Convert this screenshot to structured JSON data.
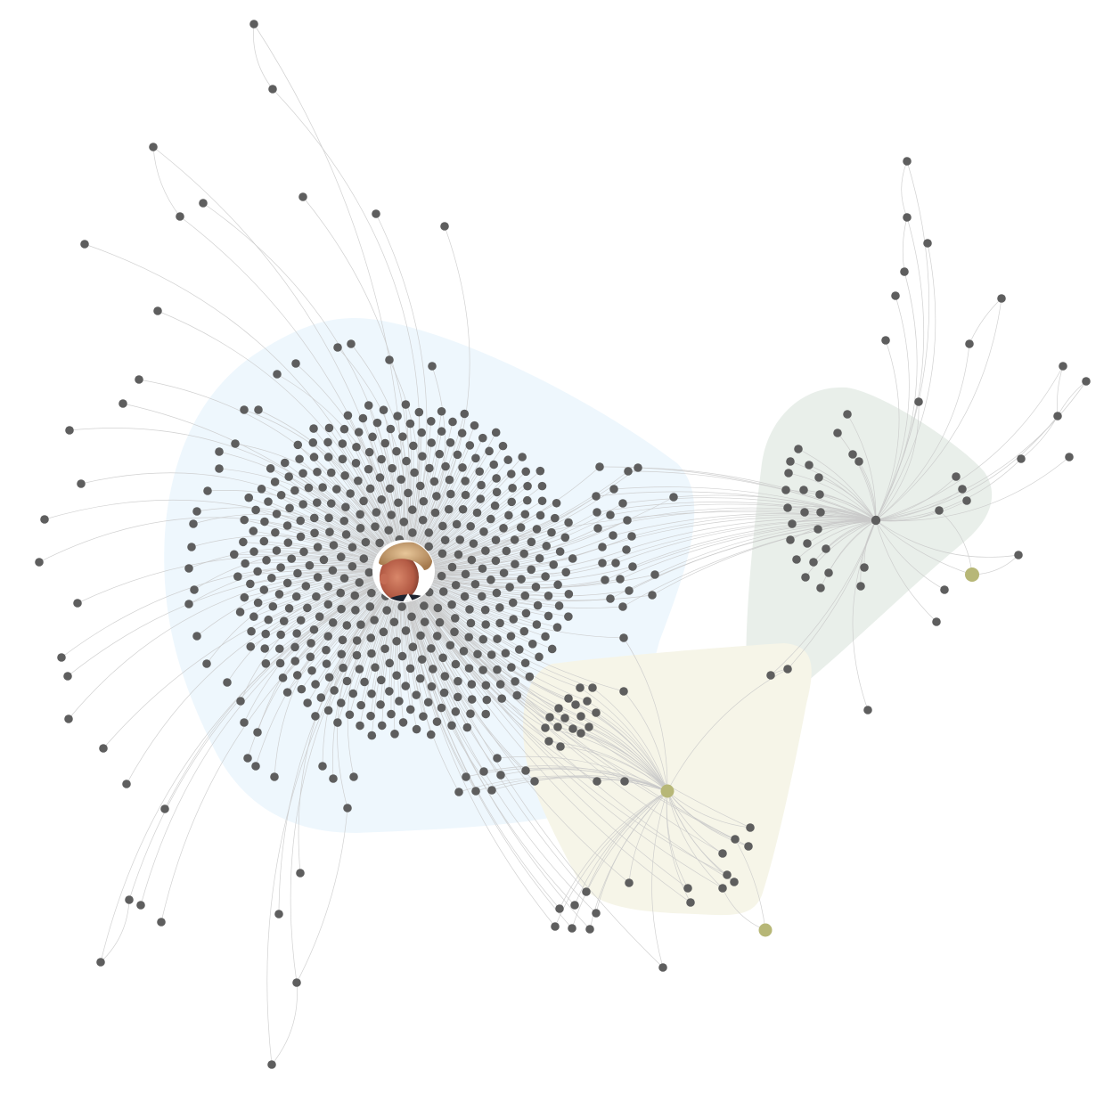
{
  "graph": {
    "type": "network",
    "colors": {
      "background": "#ffffff",
      "node": "#5e5e5e",
      "edge": "#c9c9c9",
      "accent_node": "#b7b777",
      "cluster_blue": "#eef7fd",
      "cluster_green": "#e9efea",
      "cluster_beige": "#f6f5e8"
    },
    "clusters": [
      {
        "id": "blue",
        "color": "cluster_blue"
      },
      {
        "id": "green",
        "color": "cluster_green"
      },
      {
        "id": "beige",
        "color": "cluster_beige"
      }
    ],
    "hubs": [
      {
        "id": "central-hub",
        "icon": "portrait-icon"
      },
      {
        "id": "right-hub",
        "icon": "node"
      },
      {
        "id": "lower-hub",
        "icon": "accent-node"
      }
    ]
  }
}
